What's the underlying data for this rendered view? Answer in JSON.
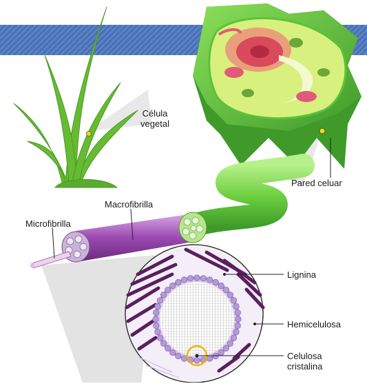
{
  "labels": {
    "cell_line1": "Célula",
    "cell_line2": "vegetal",
    "cell_wall": "Pared celuar",
    "macrofibril": "Macrofibrilla",
    "microfibril": "Microfibrilla",
    "lignin": "Lignina",
    "hemicellulose": "Hemicelulosa",
    "cellulose_line1": "Celulosa",
    "cellulose_line2": "cristalina"
  },
  "colors": {
    "sky_band": "#4a72b8",
    "grass": "#66bb33",
    "cell_green": "#5cc23a",
    "cell_dark_green": "#3f9a2a",
    "cytoplasm": "#c8e86a",
    "nucleus": "#e0505a",
    "fiber_green": "#7ed957",
    "fiber_purple": "#8e3ca0",
    "lignin_purple": "#5a1f5e",
    "hemicellulose_dots": "#b59ad6",
    "highlight_ring": "#f2b400"
  }
}
